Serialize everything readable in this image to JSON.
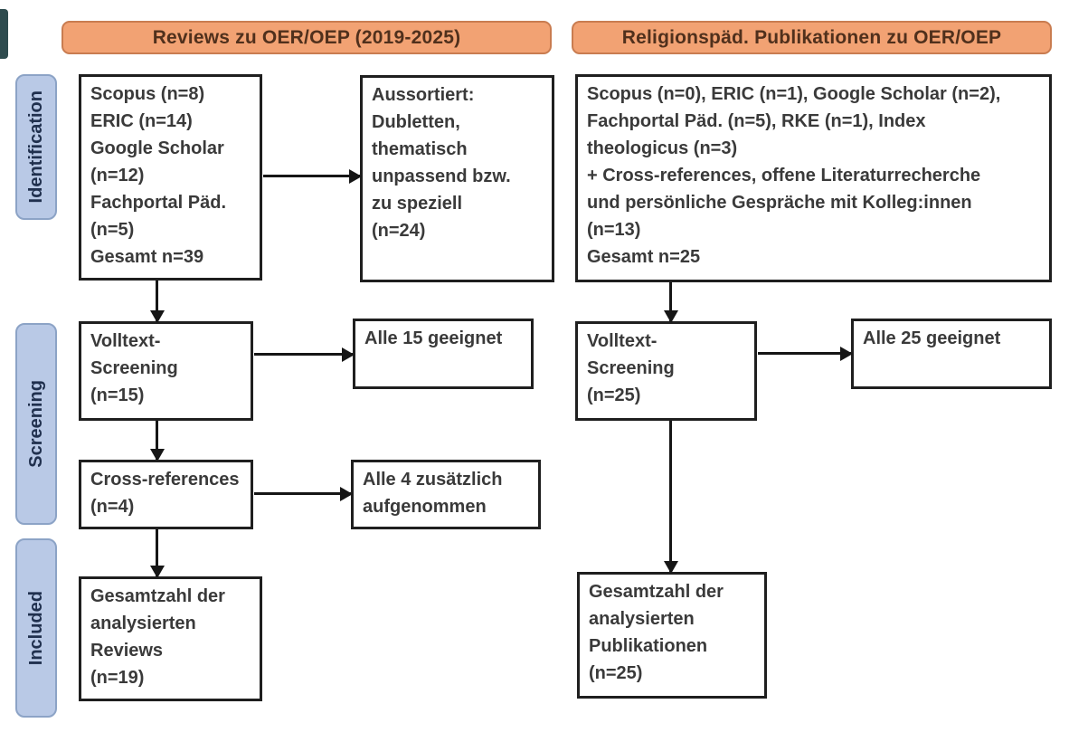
{
  "colors": {
    "header_fill": "#F2A273",
    "header_border": "#C97C50",
    "header_text": "#50301C",
    "stage_fill": "#B9C9E6",
    "stage_border": "#8CA3C6",
    "stage_text": "#20304E",
    "box_border": "#1F1F1F",
    "box_text": "#3A3A3A",
    "arrow": "#161616",
    "artifact_fill": "#2E4B4E"
  },
  "diagram": {
    "headers": {
      "left": "Reviews zu OER/OEP (2019-2025)",
      "right": "Religionspäd. Publikationen zu OER/OEP"
    },
    "stages": {
      "identification": "Identification",
      "screening": "Screening",
      "included": "Included"
    },
    "left_column": {
      "sources": "Scopus (n=8)\nERIC (n=14)\nGoogle Scholar\n(n=12)\nFachportal Päd.\n(n=5)\nGesamt n=39",
      "excluded": "Aussortiert:\nDubletten,\nthematisch\nunpassend bzw.\nzu speziell\n(n=24)",
      "fulltext_screening": "Volltext-\nScreening\n(n=15)",
      "eligible": "Alle 15 geeignet",
      "cross_references": "Cross-references\n(n=4)",
      "added": "Alle 4 zusätzlich\naufgenommen",
      "included_total": "Gesamtzahl der\nanalysierten\nReviews\n(n=19)"
    },
    "right_column": {
      "sources": "Scopus (n=0), ERIC (n=1), Google Scholar (n=2),\nFachportal Päd. (n=5), RKE (n=1), Index\ntheologicus (n=3)\n+ Cross-references, offene Literaturrecherche\nund persönliche Gespräche mit Kolleg:innen\n(n=13)\nGesamt n=25",
      "fulltext_screening": "Volltext-\nScreening\n(n=25)",
      "eligible": "Alle 25 geeignet",
      "included_total": "Gesamtzahl der\nanalysierten\nPublikationen\n(n=25)"
    }
  }
}
